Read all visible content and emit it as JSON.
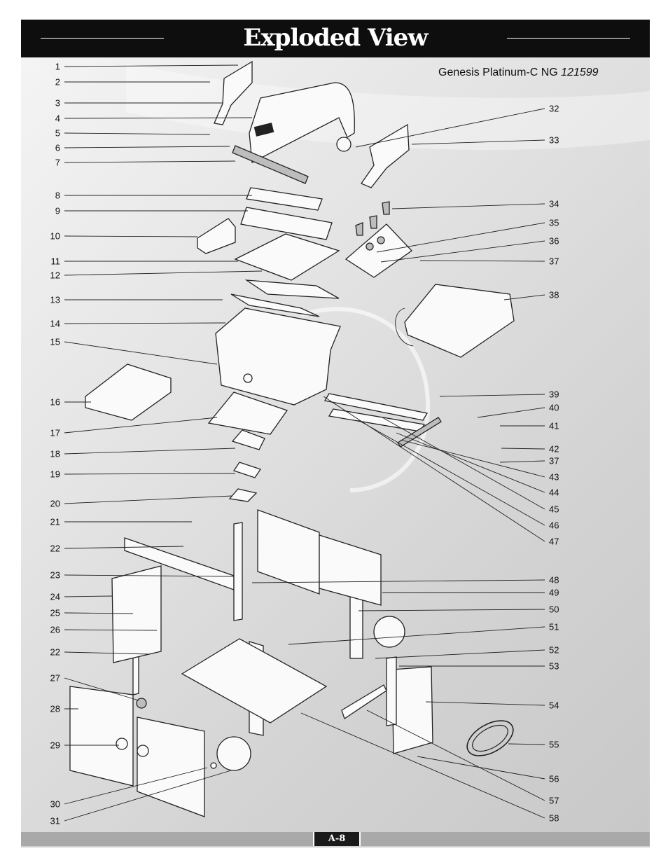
{
  "header": {
    "title": "Exploded View"
  },
  "model": {
    "name": "Genesis Platinum-C NG",
    "number": "121599"
  },
  "footer": {
    "page": "A-8"
  },
  "callouts": {
    "left": [
      "1",
      "2",
      "3",
      "4",
      "5",
      "6",
      "7",
      "8",
      "9",
      "10",
      "11",
      "12",
      "13",
      "14",
      "15",
      "16",
      "17",
      "18",
      "19",
      "20",
      "21",
      "22",
      "23",
      "24",
      "25",
      "26",
      "22",
      "27",
      "28",
      "29",
      "30",
      "31"
    ],
    "right": [
      "32",
      "33",
      "34",
      "35",
      "36",
      "37",
      "38",
      "39",
      "40",
      "41",
      "42",
      "37",
      "43",
      "44",
      "45",
      "46",
      "47",
      "48",
      "49",
      "50",
      "51",
      "52",
      "53",
      "54",
      "55",
      "56",
      "57",
      "58"
    ]
  },
  "colors": {
    "header": "#0e0e0e",
    "footer": "#a9a9a9",
    "footer_box": "#1a1a1a"
  }
}
